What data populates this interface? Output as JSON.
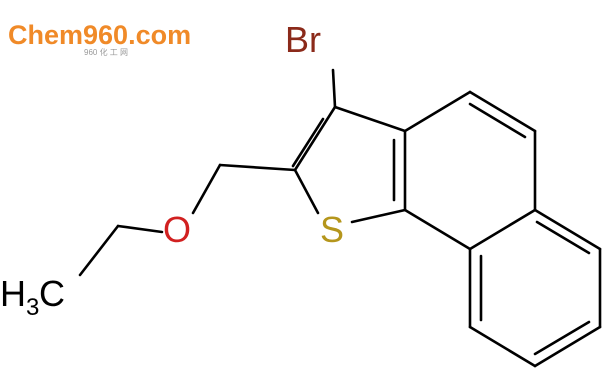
{
  "watermark": {
    "text": "Chem960.com",
    "subtext": "960 化 工 网",
    "color": "#f08a28",
    "subtext_color": "#9a9a9a"
  },
  "molecule": {
    "atoms": {
      "bromine": "Br",
      "sulfur": "S",
      "oxygen": "O",
      "methyl_main": "H",
      "methyl_sub": "3",
      "methyl_tail": "C"
    },
    "colors": {
      "bond": "#000000",
      "bromine": "#8b2a1a",
      "sulfur": "#b5961c",
      "oxygen": "#d12020",
      "carbon": "#000000"
    }
  }
}
